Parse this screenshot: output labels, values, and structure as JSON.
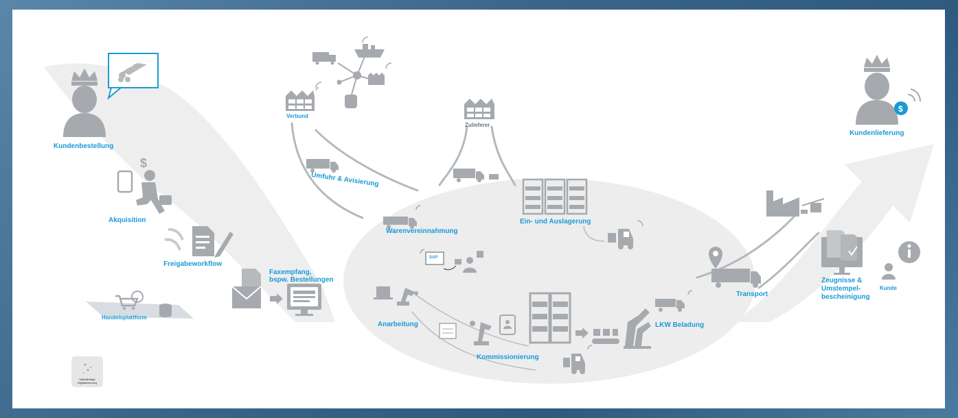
{
  "labels": {
    "kundenbestellung": "Kundenbestellung",
    "akquisition": "Akquisition",
    "freigabeworkflow": "Freigabeworkflow",
    "handelsplattform": "Handelsplattform",
    "faxempfang_1": "Faxempfang,",
    "faxempfang_2": "bspw. Bestellungen",
    "verbund": "Verbund",
    "umfuhr": "Umfuhr & Avisierung",
    "zulieferer": "Zulieferer",
    "warenvereinnahmung": "Warenvereinnahmung",
    "ein_auslagerung": "Ein- und Auslagerung",
    "sap": "SAP",
    "anarbeitung": "Anarbeitung",
    "kommissionierung": "Kommissionierung",
    "lkw_beladung": "LKW Beladung",
    "transport": "Transport",
    "zeugnisse_1": "Zeugnisse &",
    "zeugnisse_2": "Umstempel-",
    "zeugnisse_3": "bescheinigung",
    "kunde": "Kunde",
    "kundenlieferung": "Kundenlieferung",
    "thumb_1": "Vollständige",
    "thumb_2": "Digitalisierung"
  },
  "colors": {
    "accent": "#1a9ad6",
    "icon": "#a6aaae",
    "flow": "#ececec",
    "line": "#b5b8bb"
  }
}
